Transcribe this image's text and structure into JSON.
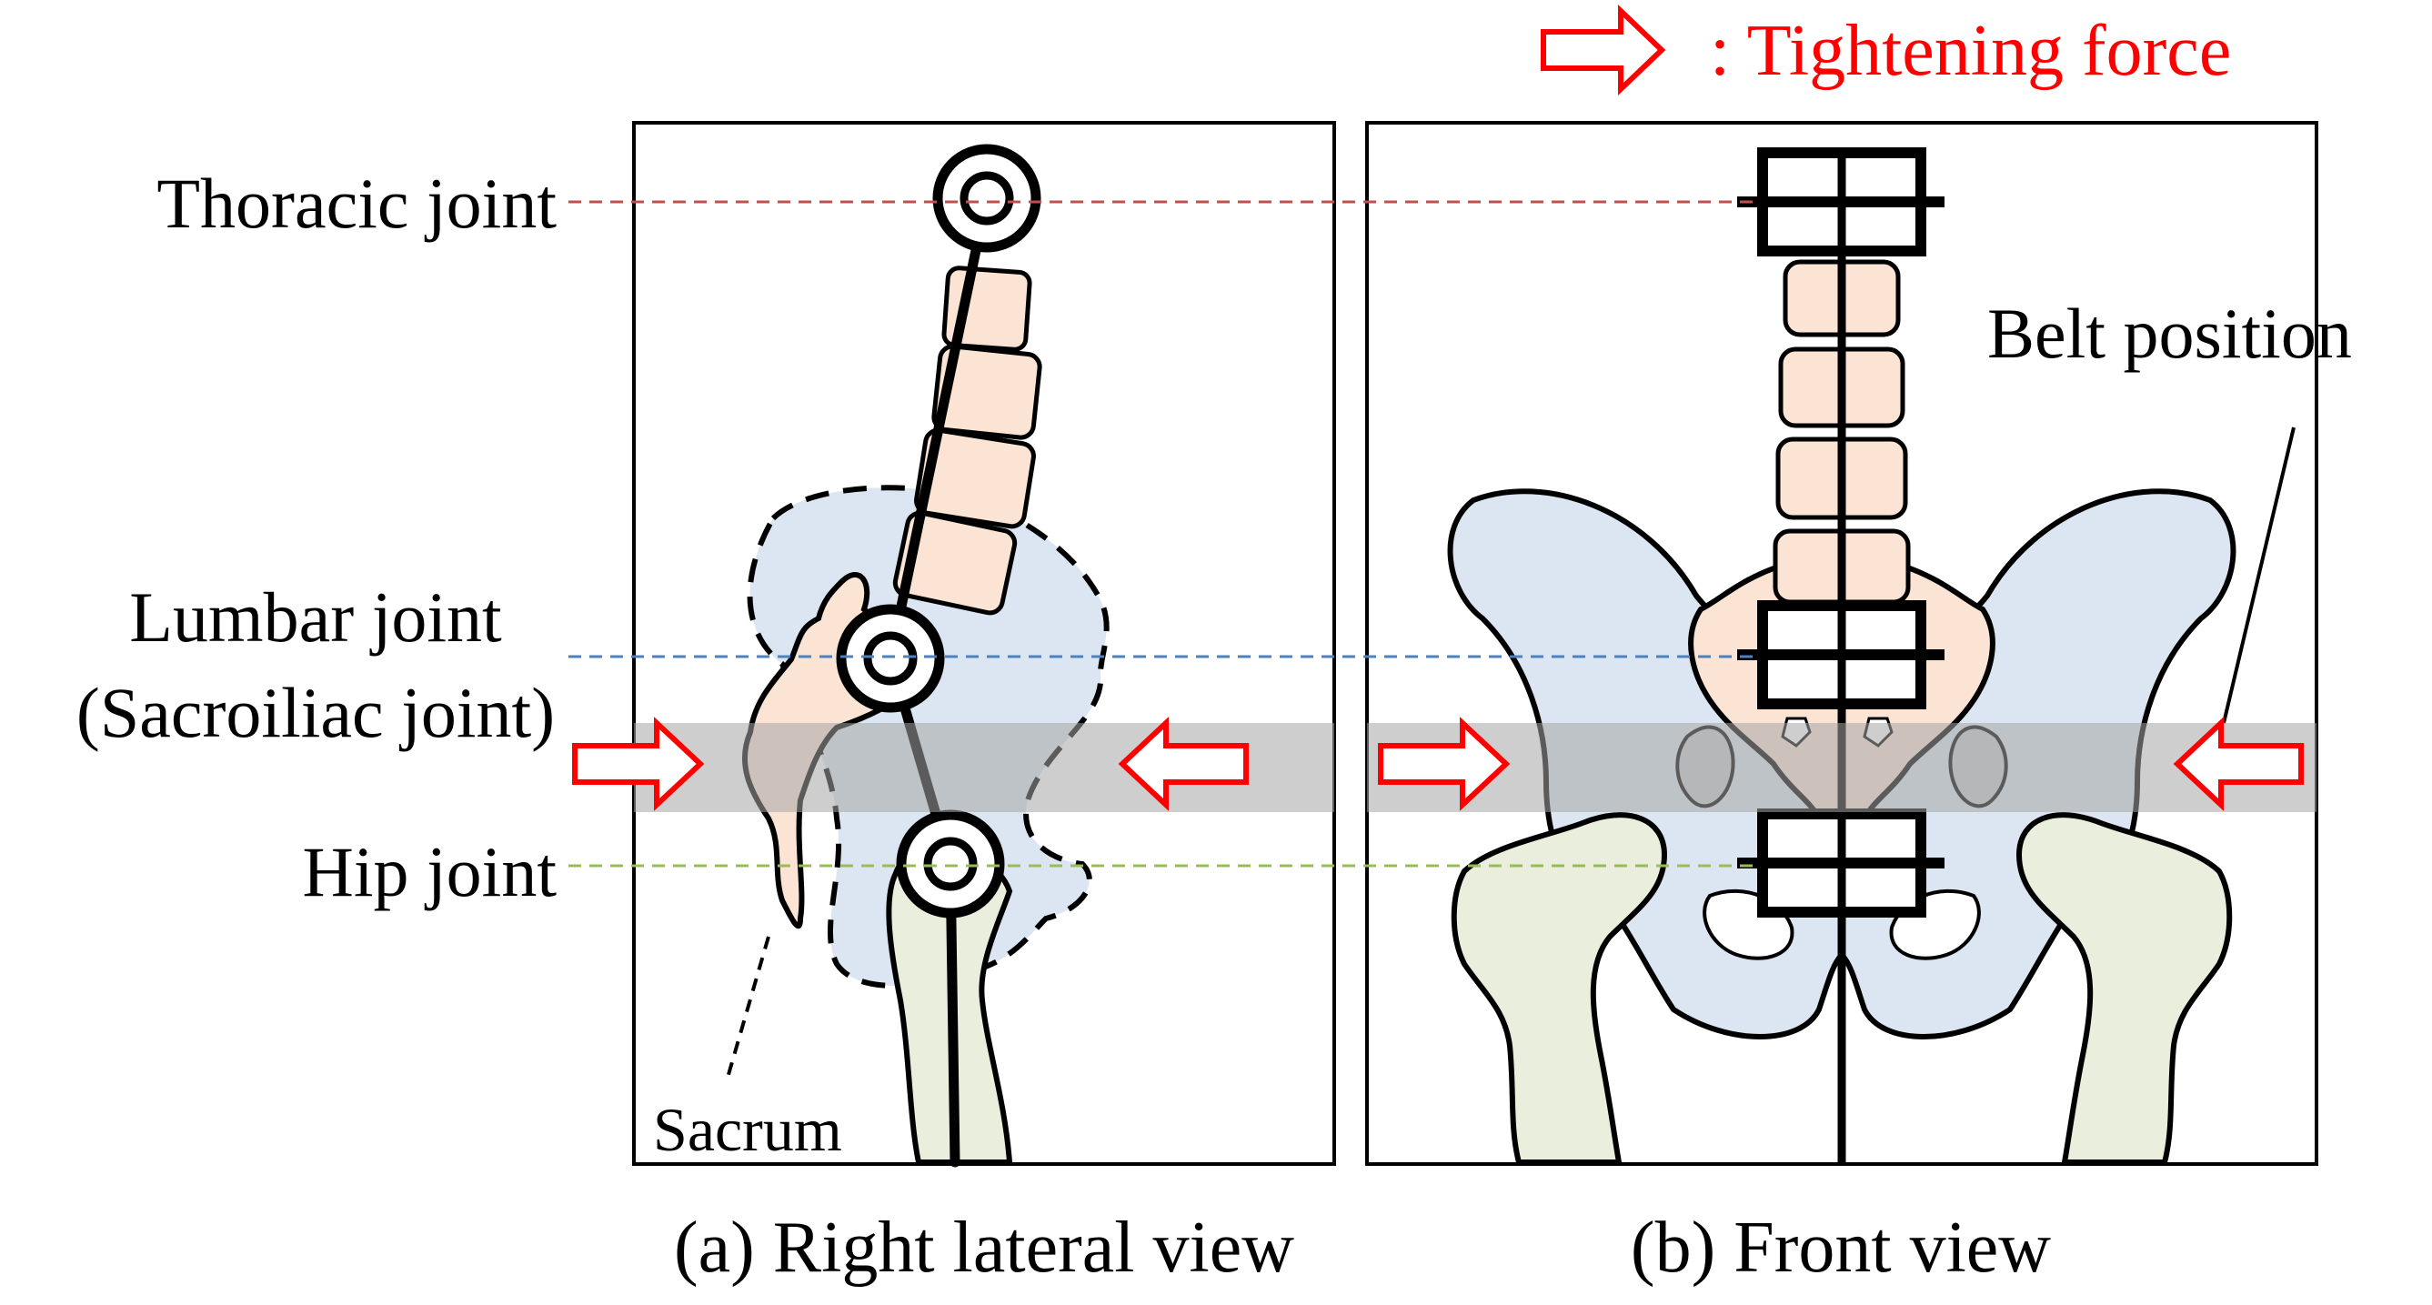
{
  "legend": {
    "text": ": Tightening force",
    "color": "#ff0000"
  },
  "labels": {
    "thoracic": "Thoracic joint",
    "lumbar_line1": "Lumbar joint",
    "lumbar_line2": "(Sacroiliac joint)",
    "hip": "Hip joint",
    "sacrum": "Sacrum",
    "belt": "Belt position"
  },
  "captions": {
    "a": "(a) Right lateral view",
    "b": "(b) Front view"
  },
  "colors": {
    "vertebra": "#fce4d4",
    "pelvis": "#dbe6f2",
    "femur": "#eaeedd",
    "belt_band": "#a6a6a6",
    "arrow": "#ff0000",
    "thoracic_line": "#c0504d",
    "lumbar_line": "#4f81bd",
    "hip_line": "#9bbb59"
  }
}
